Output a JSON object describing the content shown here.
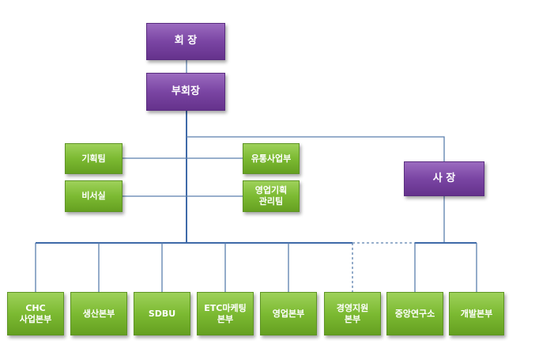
{
  "org_chart": {
    "chairman": "회  장",
    "vice_chairman": "부회장",
    "president": "사  장",
    "staff": {
      "planning": "기획팀",
      "secretary": "비서실",
      "distribution": "유통사업부",
      "sales_planning": "영업기획\n관리팀"
    },
    "divisions": {
      "chc": "CHC\n사업본부",
      "production": "생산본부",
      "sdbu": "SDBU",
      "etc_marketing": "ETC마케팅\n본부",
      "sales": "영업본부",
      "management": "경영지원\n본부",
      "research": "중앙연구소",
      "development": "개발본부"
    }
  },
  "colors": {
    "executive": "#7a45a3",
    "unit": "#7cba32",
    "connector": "#5b7fae"
  }
}
